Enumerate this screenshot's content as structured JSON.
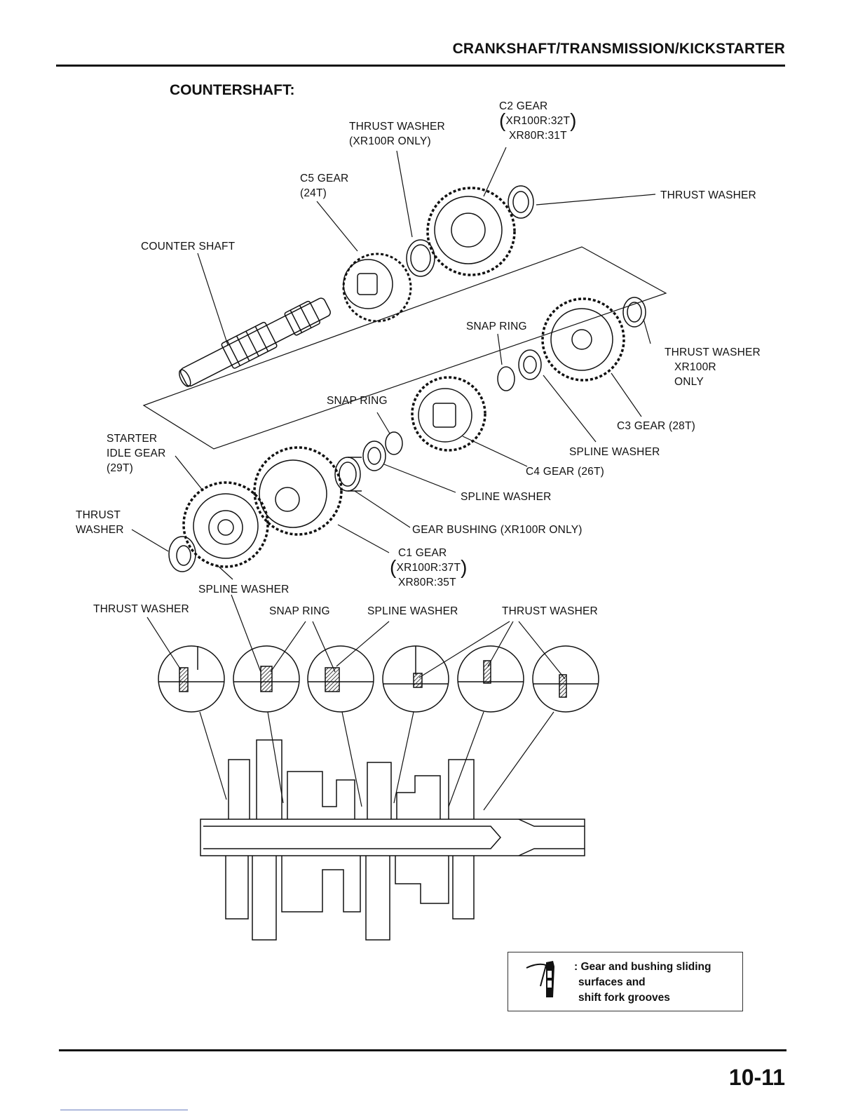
{
  "header": {
    "title": "CRANKSHAFT/TRANSMISSION/KICKSTARTER"
  },
  "section": {
    "title": "COUNTERSHAFT:"
  },
  "labels": {
    "c2_gear": {
      "name": "C2 GEAR",
      "variant1": "XR100R:32T",
      "variant2": "XR80R:31T"
    },
    "thrust_washer_xr100r": {
      "line1": "THRUST WASHER",
      "line2": "(XR100R ONLY)"
    },
    "c5_gear": {
      "line1": "C5 GEAR",
      "line2": "(24T)"
    },
    "thrust_washer_top_right": "THRUST WASHER",
    "counter_shaft": "COUNTER SHAFT",
    "snap_ring_upper": "SNAP RING",
    "thrust_washer_right": {
      "line1": "THRUST WASHER",
      "line2": "XR100R",
      "line3": "ONLY"
    },
    "snap_ring_middle": "SNAP RING",
    "c3_gear": "C3 GEAR (28T)",
    "starter_idle_gear": {
      "line1": "STARTER",
      "line2": "IDLE GEAR",
      "line3": "(29T)"
    },
    "spline_washer_right": "SPLINE WASHER",
    "c4_gear": "C4 GEAR (26T)",
    "spline_washer_middle": "SPLINE WASHER",
    "thrust_washer_left": {
      "line1": "THRUST",
      "line2": "WASHER"
    },
    "gear_bushing": "GEAR BUSHING (XR100R ONLY)",
    "c1_gear": {
      "name": "C1 GEAR",
      "variant1": "XR100R:37T",
      "variant2": "XR80R:35T"
    },
    "spline_washer_lower": "SPLINE WASHER",
    "assembly": {
      "thrust_washer_a": "THRUST WASHER",
      "snap_ring": "SNAP RING",
      "spline_washer": "SPLINE WASHER",
      "thrust_washer_b": "THRUST WASHER"
    }
  },
  "legend": {
    "icon": "mo-oil-icon",
    "line1": ": Gear and bushing sliding",
    "line2": "surfaces and",
    "line3": "shift fork grooves"
  },
  "footer": {
    "page_number": "10-11"
  }
}
